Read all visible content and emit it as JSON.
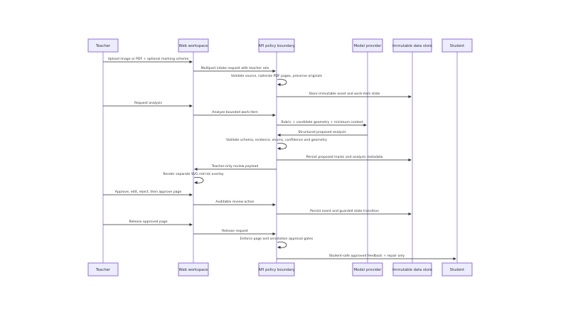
{
  "participants": [
    {
      "id": "teacher",
      "label": "Teacher"
    },
    {
      "id": "web",
      "label": "Web workspace"
    },
    {
      "id": "api",
      "label": "API policy boundary"
    },
    {
      "id": "model",
      "label": "Model provider"
    },
    {
      "id": "store",
      "label": "Immutable data store"
    },
    {
      "id": "student",
      "label": "Student"
    }
  ],
  "messages": [
    {
      "from": "teacher",
      "to": "web",
      "text": "Upload image or PDF + optional marking scheme"
    },
    {
      "from": "web",
      "to": "api",
      "text": "Multipart intake request with teacher role"
    },
    {
      "from": "api",
      "to": "api",
      "text": "Validate source, rasterize PDF pages, preserve originals"
    },
    {
      "from": "api",
      "to": "store",
      "text": "Store immutable asset and work-item state"
    },
    {
      "from": "teacher",
      "to": "web",
      "text": "Request analysis"
    },
    {
      "from": "web",
      "to": "api",
      "text": "Analyze bounded work-item"
    },
    {
      "from": "api",
      "to": "model",
      "text": "Rubric + candidate geometry + minimum context"
    },
    {
      "from": "model",
      "to": "api",
      "text": "Structured proposed analysis"
    },
    {
      "from": "api",
      "to": "api",
      "text": "Validate schema, evidence, enums, confidence and geometry"
    },
    {
      "from": "api",
      "to": "store",
      "text": "Persist proposed marks and analysis metadata"
    },
    {
      "from": "api",
      "to": "web",
      "text": "Teacher-only review payload"
    },
    {
      "from": "web",
      "to": "web",
      "text": "Render separate SVG red-ink overlay"
    },
    {
      "from": "teacher",
      "to": "web",
      "text": "Approve, edit, reject, then approve page"
    },
    {
      "from": "web",
      "to": "api",
      "text": "Auditable review action"
    },
    {
      "from": "api",
      "to": "store",
      "text": "Persist event and guarded state transition"
    },
    {
      "from": "teacher",
      "to": "web",
      "text": "Release approved page"
    },
    {
      "from": "web",
      "to": "api",
      "text": "Release request"
    },
    {
      "from": "api",
      "to": "api",
      "text": "Enforce page and annotation approval gates"
    },
    {
      "from": "api",
      "to": "student",
      "text": "Student-safe approved feedback + repair only"
    }
  ]
}
